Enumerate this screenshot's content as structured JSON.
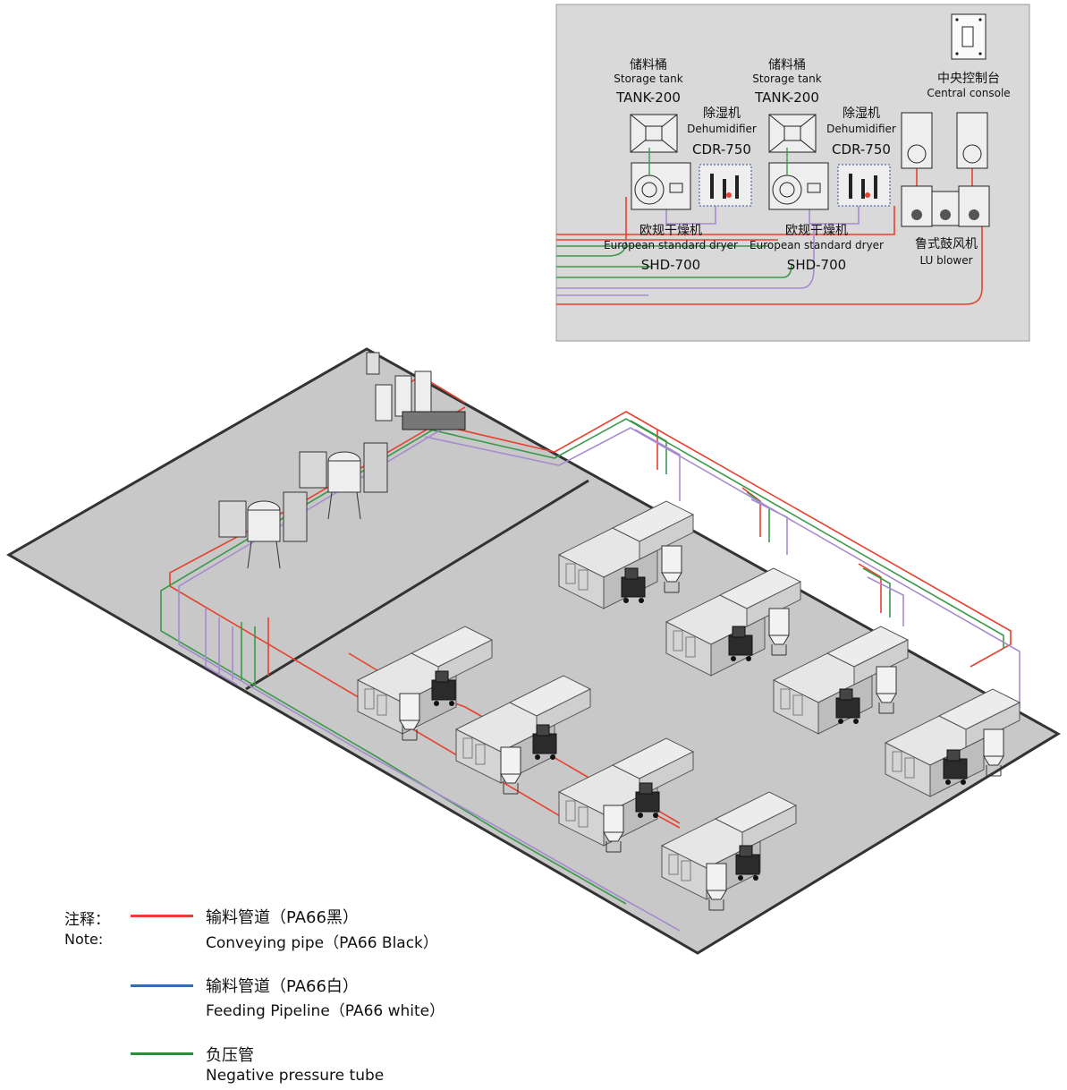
{
  "inset": {
    "storage_tank_cn": "储料桶",
    "storage_tank_en": "Storage tank",
    "tank_model": "TANK-200",
    "dehumidifier_cn": "除湿机",
    "dehumidifier_en": "Dehumidifier",
    "dehumidifier_model": "CDR-750",
    "dryer_cn": "欧规干燥机",
    "dryer_en": "European standard dryer",
    "dryer_model": "SHD-700",
    "console_cn": "中央控制台",
    "console_en": "Central console",
    "blower_cn": "鲁式鼓风机",
    "blower_en": "LU blower"
  },
  "legend": {
    "note_cn": "注释：",
    "note_en": "Note:",
    "items": [
      {
        "cn": "输料管道（PA66黑）",
        "en": "Conveying pipe（PA66 Black）",
        "color": "#e8412f"
      },
      {
        "cn": "输料管道（PA66白）",
        "en": "Feeding Pipeline（PA66 white）",
        "color": "#2f6fb3"
      },
      {
        "cn": "负压管",
        "en": "Negative pressure tube",
        "color": "#2e8b3e"
      }
    ]
  },
  "colors": {
    "red": "#e8412f",
    "green": "#3a9a4a",
    "purple": "#a88ad0",
    "floor": "#c9c9c9",
    "inset_bg": "#d9d9d9"
  }
}
